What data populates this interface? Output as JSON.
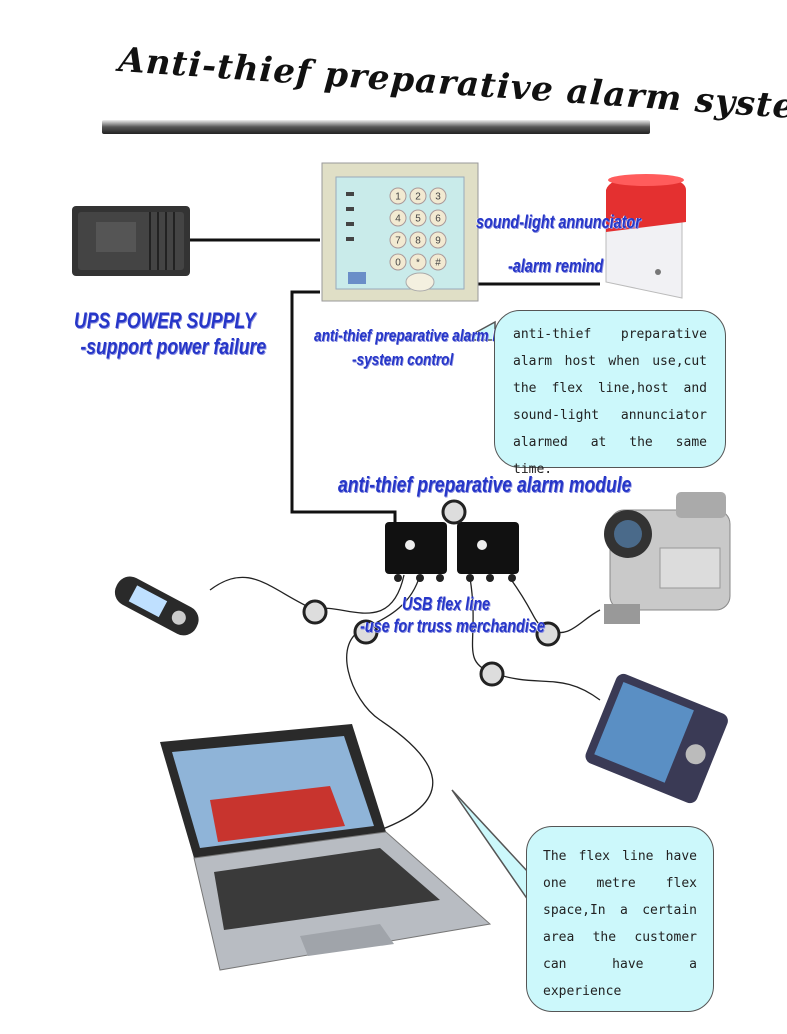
{
  "title": "Anti-thief preparative alarm system",
  "labels": {
    "ups_line1": "UPS POWER SUPPLY",
    "ups_line2": "-support power failure",
    "annunciator_line1": "sound-light annunciator",
    "annunciator_line2": "-alarm remind",
    "host_line1": "anti-thief preparative alarm host",
    "host_line2": "-system control",
    "module": "anti-thief preparative alarm module",
    "usb_line1": "USB flex line",
    "usb_line2": "-use for truss merchandise"
  },
  "callouts": {
    "host_note": "anti-thief preparative alarm host when use,cut the flex line,host and sound-light annunciator alarmed at the same time.",
    "flex_note": "The flex line have one metre flex space,In a certain area the customer can have a experience"
  },
  "keypad": {
    "keys": [
      "1",
      "2",
      "3",
      "4",
      "5",
      "6",
      "7",
      "8",
      "9",
      "0",
      "*",
      "#"
    ]
  }
}
